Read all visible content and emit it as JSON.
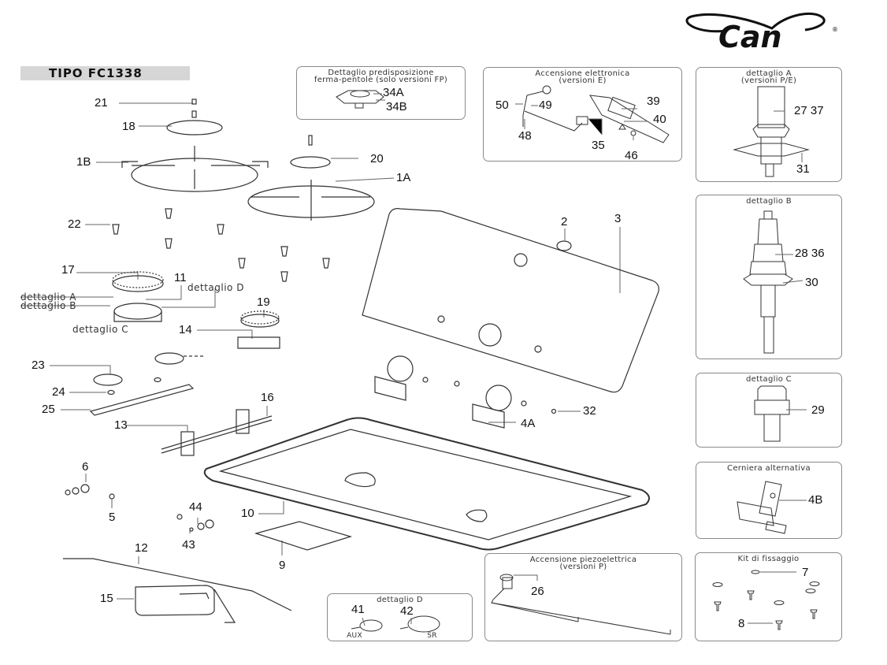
{
  "brand": {
    "name": "Can",
    "registered_mark": "®"
  },
  "title": "TIPO FC1338",
  "detail_boxes": {
    "fp": {
      "title_line1": "Dettaglio predisposizione",
      "title_line2": "ferma-pentole (solo versioni FP)",
      "callouts": [
        "34A",
        "34B"
      ]
    },
    "electronic": {
      "title_line1": "Accensione elettronica",
      "title_line2": "(versioni E)",
      "callouts": [
        "50",
        "49",
        "48",
        "35",
        "39",
        "40",
        "46"
      ]
    },
    "detail_a": {
      "title_line1": "dettaglio A",
      "title_line2": "(versioni P/E)",
      "callouts": [
        "27 37",
        "31"
      ]
    },
    "detail_b": {
      "title_line1": "dettaglio B",
      "callouts": [
        "28  36",
        "30"
      ]
    },
    "detail_c": {
      "title_line1": "dettaglio C",
      "callouts": [
        "29"
      ]
    },
    "hinge": {
      "title_line1": "Cerniera alternativa",
      "callouts": [
        "4B"
      ]
    },
    "piezo": {
      "title_line1": "Accensione piezoelettrica",
      "title_line2": "(versioni P)",
      "callouts": [
        "26"
      ]
    },
    "kit": {
      "title_line1": "Kit di fissaggio",
      "callouts": [
        "7",
        "8"
      ]
    },
    "detail_d": {
      "title_line1": "dettaglio D",
      "callouts": [
        "41",
        "42"
      ],
      "sublabels": [
        "AUX",
        "SR"
      ]
    }
  },
  "main_callouts": {
    "c21": "21",
    "c18": "18",
    "c1B": "1B",
    "c20": "20",
    "c1A": "1A",
    "c22": "22",
    "c17": "17",
    "c11": "11",
    "c19": "19",
    "c14": "14",
    "c23": "23",
    "c24": "24",
    "c25": "25",
    "c13": "13",
    "c16": "16",
    "c6": "6",
    "c5": "5",
    "c44": "44",
    "c43": "43",
    "c10": "10",
    "c9": "9",
    "c12": "12",
    "c15": "15",
    "c2": "2",
    "c3": "3",
    "c32": "32",
    "c4A": "4A"
  },
  "detail_refs": {
    "a": "dettaglio A",
    "b": "dettaglio B",
    "c": "dettaglio C",
    "d": "dettaglio D"
  }
}
